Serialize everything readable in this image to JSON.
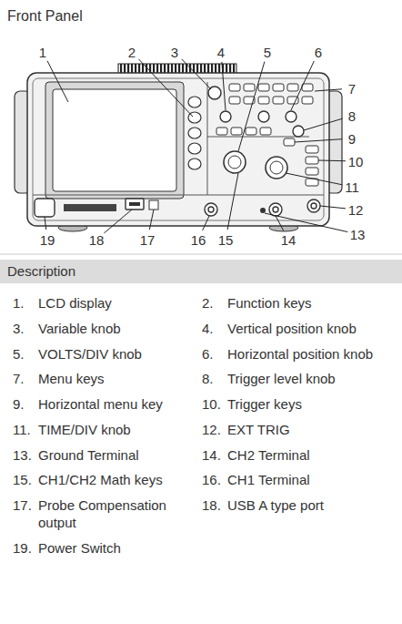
{
  "diagram": {
    "title": "Front Panel",
    "nodes": [
      {
        "text": [
          "Description"
        ]
      }
    ],
    "labels": [
      "1",
      "2",
      "3",
      "4",
      "5",
      "6",
      "7",
      "8",
      "9",
      "10",
      "11",
      "12",
      "13",
      "14",
      "15",
      "16",
      "17",
      "18",
      "19",
      "1.",
      "LCD display",
      "2.",
      "Function keys",
      "3.",
      "Variable knob",
      "4.",
      "Vertical position knob",
      "5.",
      "VOLTS/DIV knob",
      "6.",
      "Horizontal position knob",
      "7.",
      "Menu keys",
      "8.",
      "Trigger level knob",
      "9.",
      "Horizontal menu key",
      "10.",
      "Trigger keys",
      "11.",
      "TIME/DIV knob",
      "12.",
      "EXT TRIG",
      "13.",
      "Ground Terminal",
      "14.",
      "CH2 Terminal",
      "15.",
      "CH1/CH2 Math keys",
      "16.",
      "CH1 Terminal",
      "17.",
      "Probe Compensation output",
      "18.",
      "USB A type port",
      "19.",
      "Power Switch"
    ]
  }
}
